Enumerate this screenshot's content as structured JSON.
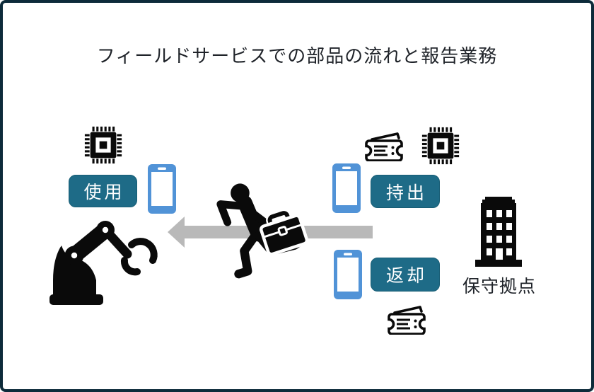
{
  "diagram": {
    "title": "フィールドサービスでの部品の流れと報告業務",
    "badges": {
      "use": "使用",
      "takeout": "持出",
      "return": "返却"
    },
    "location_label": "保守拠点",
    "colors": {
      "frame_border": "#0d2b3a",
      "badge_background": "#1e6b87",
      "badge_text": "#ffffff",
      "phone_blue": "#5193d7",
      "arrow_gray": "#b9b9b9",
      "icon_black": "#0a0a0a",
      "title_text": "#1f2329"
    },
    "icons": {
      "left_group": [
        "chip-icon",
        "smartphone-icon",
        "robot-arm-icon"
      ],
      "center_group": [
        "left-arrow-icon",
        "running-person-icon",
        "briefcase-icon"
      ],
      "right_group": [
        "smartphone-icon",
        "ticket-icon",
        "chip-icon",
        "smartphone-icon",
        "ticket-icon",
        "building-icon"
      ]
    }
  }
}
